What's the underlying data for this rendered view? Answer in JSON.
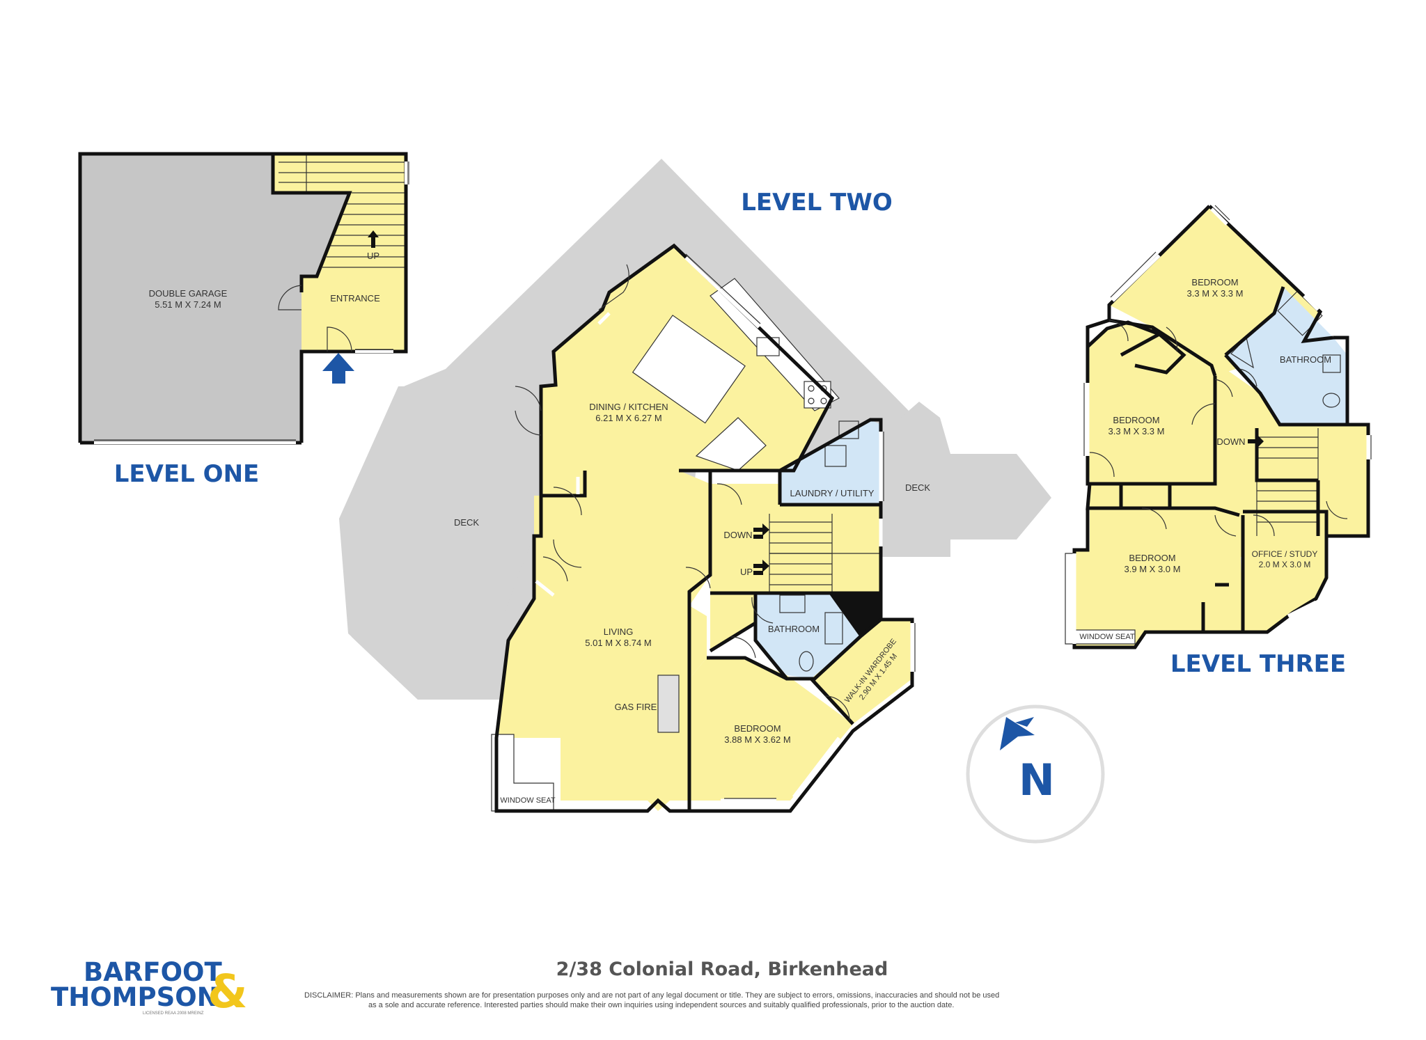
{
  "levels": {
    "one": "LEVEL ONE",
    "two": "LEVEL TWO",
    "three": "LEVEL THREE"
  },
  "level_one_rooms": {
    "garage_name": "DOUBLE GARAGE",
    "garage_size": "5.51 M X 7.24 M",
    "entrance": "ENTRANCE",
    "stair_up": "UP"
  },
  "level_two_rooms": {
    "dining_name": "DINING / KITCHEN",
    "dining_size": "6.21 M X 6.27 M",
    "living_name": "LIVING",
    "living_size": "5.01 M X 8.74 M",
    "gas_fire": "GAS FIRE",
    "window_seat": "WINDOW SEAT",
    "deck_west": "DECK",
    "deck_east": "DECK",
    "laundry": "LAUNDRY / UTILITY",
    "down": "DOWN",
    "up": "UP",
    "bathroom": "BATHROOM",
    "bedroom_name": "BEDROOM",
    "bedroom_size": "3.88 M X 3.62 M",
    "wardrobe_name": "WALK-IN WARDROBE",
    "wardrobe_size": "2.90 M X 1.45 M"
  },
  "level_three_rooms": {
    "bed1_name": "BEDROOM",
    "bed1_size": "3.3 M X 3.3 M",
    "bathroom": "BATHROOM",
    "bed2_name": "BEDROOM",
    "bed2_size": "3.3 M X 3.3 M",
    "down": "DOWN",
    "bed3_name": "BEDROOM",
    "bed3_size": "3.9 M X 3.0 M",
    "office_name": "OFFICE / STUDY",
    "office_size": "2.0 M X 3.0 M",
    "window_seat": "WINDOW SEAT"
  },
  "compass": {
    "letter": "N",
    "icon": "north-arrow-icon"
  },
  "footer": {
    "address": "2/38 Colonial Road, Birkenhead",
    "disclaimer_line1": "DISCLAIMER: Plans and measurements shown are for presentation purposes only and are not part of any legal document or title. They are subject to errors, omissions, inaccuracies and should not be used",
    "disclaimer_line2": "as a sole and accurate reference. Interested parties should make their own inquiries using independent sources and suitably qualified professionals, prior to the auction date."
  },
  "brand": {
    "line1": "BARFOOT",
    "line2": "THOMPSON",
    "ampersand": "&",
    "licence": "LICENSED REAA 2008 MREINZ"
  },
  "colors": {
    "room_yellow": "#fbf29f",
    "wet_blue": "#d2e6f6",
    "deck_grey": "#d3d3d3",
    "brand_blue": "#1d56a6",
    "brand_gold": "#f2c61c"
  }
}
